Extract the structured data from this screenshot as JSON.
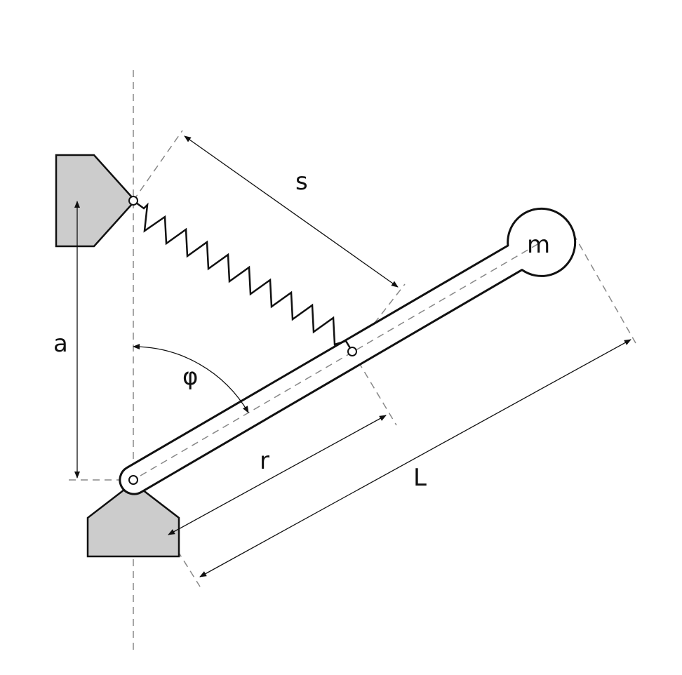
{
  "labels": {
    "s": "s",
    "a": "a",
    "phi": "φ",
    "r": "r",
    "L": "L",
    "m": "m"
  },
  "colors": {
    "support_fill": "#cccccc",
    "stroke": "#111111",
    "dash": "#888888"
  }
}
